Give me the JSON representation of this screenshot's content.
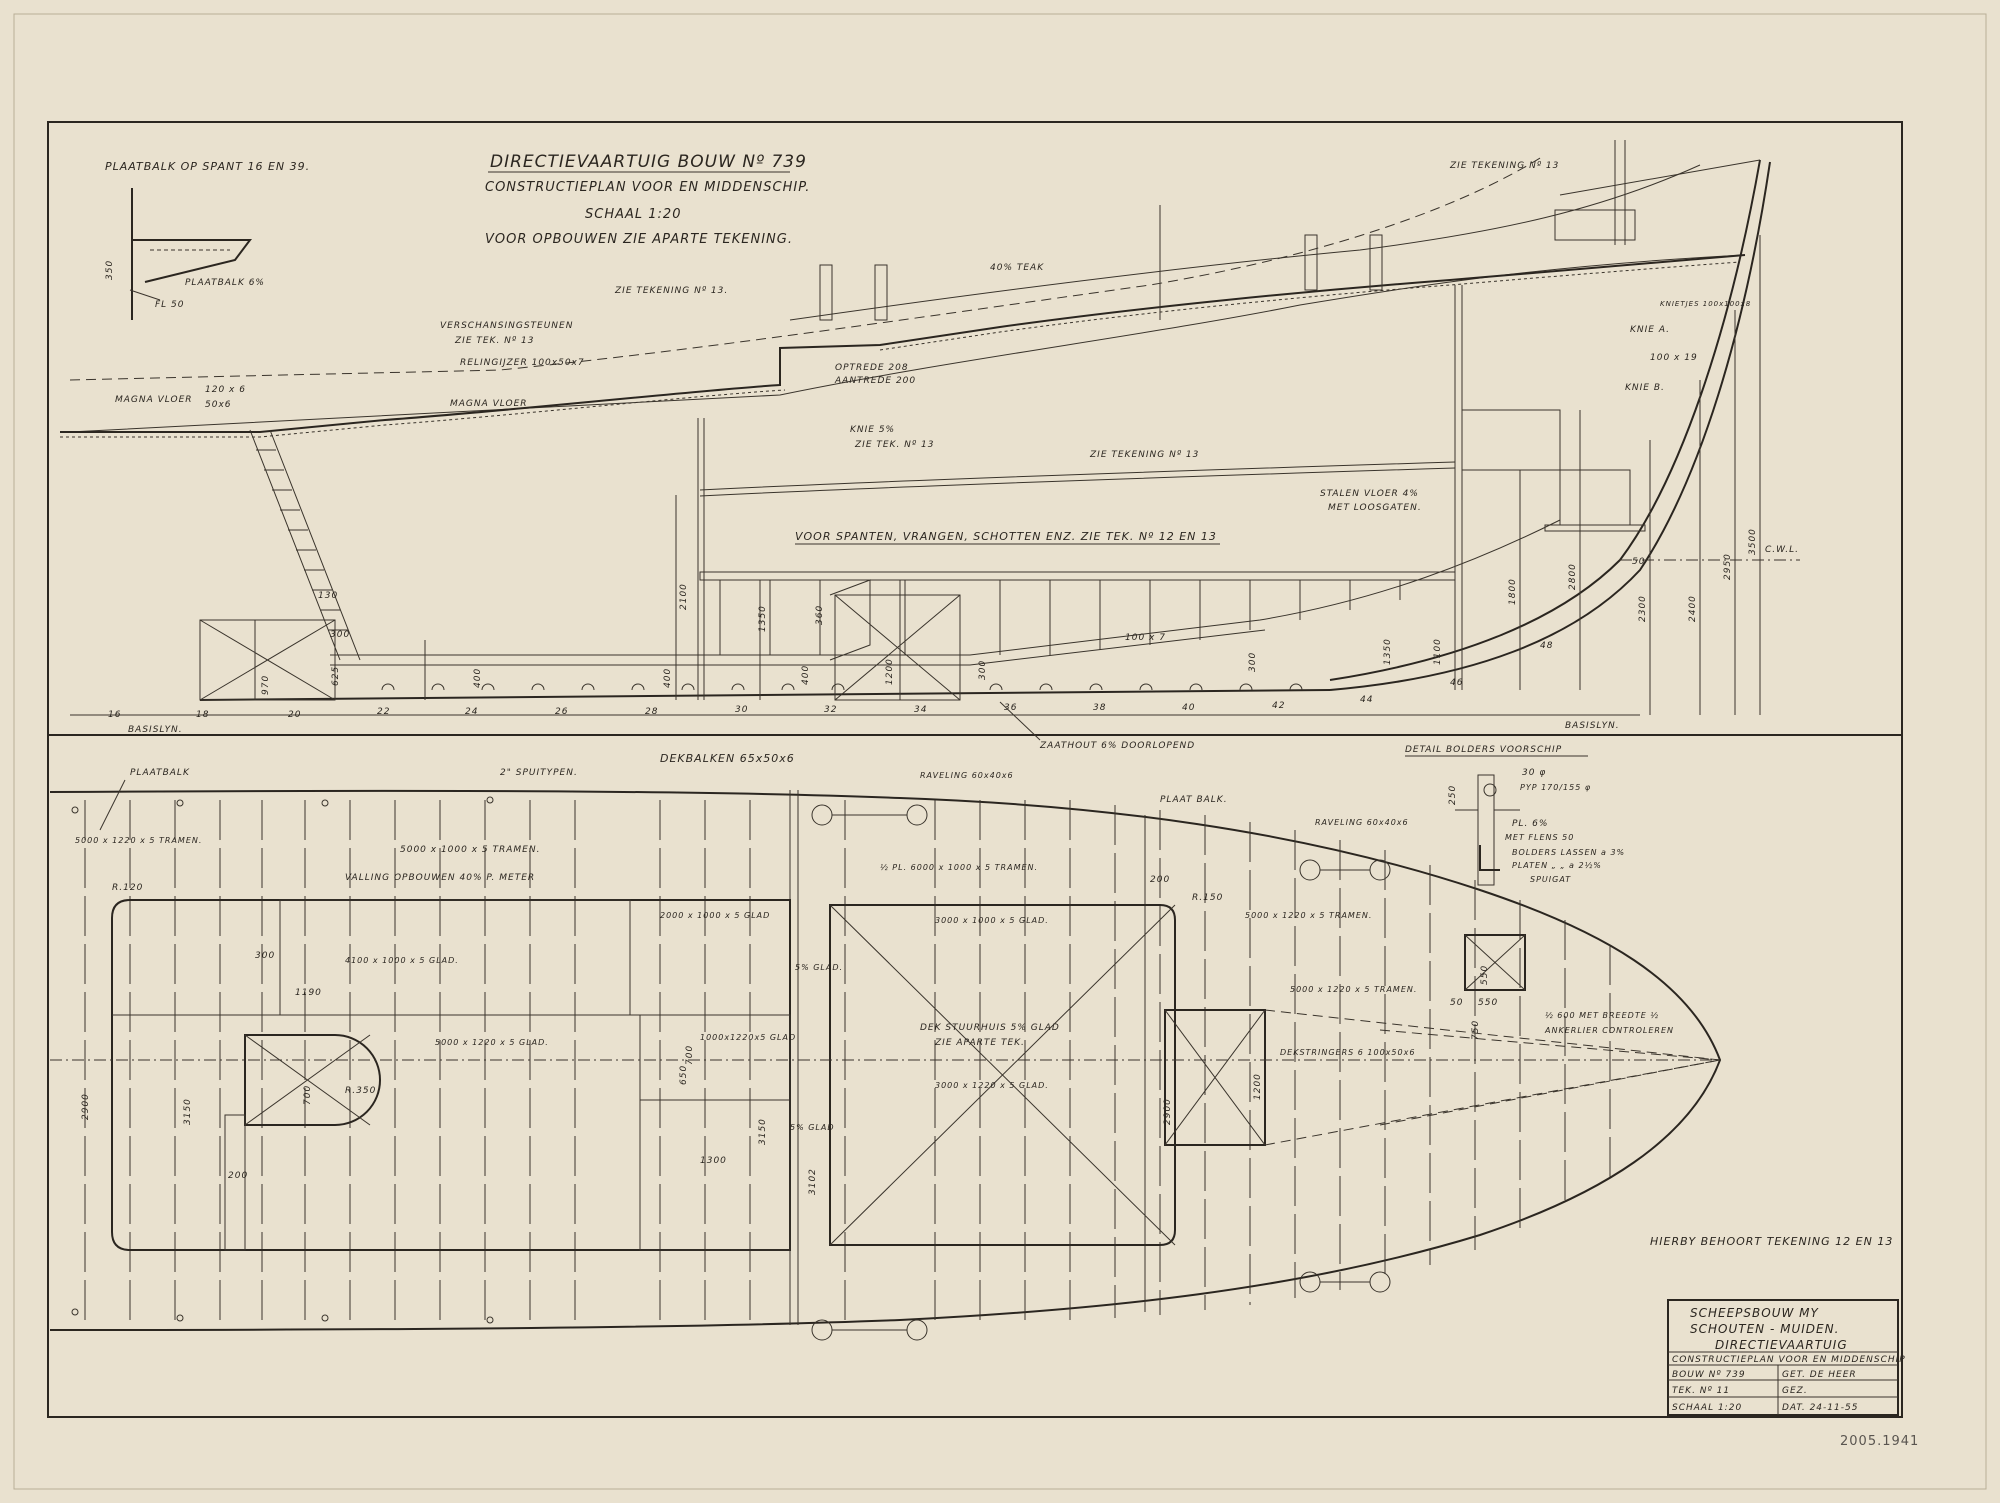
{
  "title": {
    "line1": "DIRECTIEVAARTUIG BOUW Nº 739",
    "line2": "CONSTRUCTIEPLAN VOOR EN MIDDENSCHIP.",
    "line3": "SCHAAL 1:20",
    "line4": "VOOR OPBOUWEN ZIE APARTE TEKENING."
  },
  "profile": {
    "plaatbalk_title": "PLAATBALK OP SPANT 16 EN 39.",
    "plaatbalk_dim_350": "350",
    "plaatbalk_note": "PLAATBALK 6%",
    "fl50": "FL 50",
    "zie_tek_13_top": "ZIE TEKENING Nº 13",
    "zie_tek_13_mid": "ZIE TEKENING Nº 13.",
    "teak": "40% TEAK",
    "verschansing1": "VERSCHANSINGSTEUNEN",
    "verschansing2": "ZIE TEK. Nº 13",
    "relingijzer": "RELINGIJZER 100x50x7",
    "dim_120x6": "120 x 6",
    "dim_50x6": "50x6",
    "magna1": "MAGNA VLOER",
    "magna2": "MAGNA VLOER",
    "optrede": "OPTREDE 208",
    "aantrede": "AANTREDE 200",
    "knie57": "KNIE 5%",
    "knie57b": "ZIE TEK. Nº 13",
    "zie_tek_13_deck": "ZIE TEKENING Nº 13",
    "knies": "KNIETJES 100x100x8",
    "knie_a": "KNIE A.",
    "dim_100x19": "100 x 19",
    "knie_b": "KNIE B.",
    "stalen1": "STALEN VLOER 4%",
    "stalen2": "MET LOOSGATEN.",
    "voor_spanten": "VOOR SPANTEN, VRANGEN, SCHOTTEN ENZ. ZIE TEK. Nº 12 EN 13",
    "cwl": "C.W.L.",
    "dim_50": "50",
    "dims_v": [
      "970",
      "400",
      "2100",
      "1350",
      "360",
      "1200",
      "400",
      "400",
      "300",
      "1350",
      "1100",
      "1800",
      "2800",
      "2300",
      "2400",
      "2950",
      "3500"
    ],
    "dim_625": "625",
    "dim_300a": "300",
    "dim_130": "130",
    "dim_300b": "300",
    "dim_100x7": "100 x 7",
    "frames": [
      "16",
      "18",
      "20",
      "22",
      "24",
      "26",
      "28",
      "30",
      "32",
      "34",
      "36",
      "38",
      "40",
      "42",
      "44",
      "46",
      "48"
    ],
    "basislijn_l": "BASISLYN.",
    "basislijn_r": "BASISLYN.",
    "zaathout": "ZAATHOUT 6% DOORLOPEND"
  },
  "plan": {
    "dekbalken": "DEKBALKEN 65x50x6",
    "plaatbalk": "PLAATBALK",
    "spuitypen": "2\" SPUITYPEN.",
    "tramen1": "5000 x 1220 x 5 TRAMEN.",
    "r120": "R.120",
    "tramen2": "5000 x 1000 x 5 TRAMEN.",
    "valling": "VALLING OPBOUWEN 40% P. METER",
    "dim_300": "300",
    "glad1": "4100 x 1000 x 5 GLAD.",
    "dim_1190": "1190",
    "glad2": "5000 x 1220 x 5 GLAD.",
    "dim_700a": "700",
    "r350": "R.350",
    "dim_2900a": "2900",
    "dim_3150a": "3150",
    "dim_200a": "200",
    "raveling1": "RAVELING 60x40x6",
    "pl_tramen": "½ PL. 6000 x 1000 x 5 TRAMEN.",
    "glad3": "2000 x 1000 x 5 GLAD",
    "glad5pct_a": "5% GLAD.",
    "dim_700b": "700",
    "dim_650": "650",
    "glad4": "1000x1220x5 GLAD",
    "dim_3150b": "3150",
    "glad5pct_b": "5% GLAD",
    "dim_1300": "1300",
    "dim_3102": "3102",
    "glad5": "3000 x 1000 x 5 GLAD.",
    "stuurhuis1": "DEK STUURHUIS 5% GLAD",
    "stuurhuis2": "ZIE APARTE TEK.",
    "glad6": "3000 x 1220 x 5 GLAD.",
    "plaatbalk2": "PLAAT BALK.",
    "dim_200b": "200",
    "r150": "R.150",
    "dim_2900b": "2900",
    "dim_1200": "1200",
    "raveling2": "RAVELING 60x40x6",
    "tramen3": "5000 x 1220 x 5 TRAMEN.",
    "tramen4": "5000 x 1220 x 5 TRAMEN.",
    "dekstringers": "DEKSTRINGERS 6 100x50x6",
    "dim_550a": "550",
    "dim_550b": "550",
    "dim_50": "50",
    "dim_750": "750",
    "note600": "½ 600 MET BREEDTE ½",
    "ankerlier": "ANKERLIER CONTROLEREN"
  },
  "detail": {
    "title": "DETAIL BOLDERS VOORSCHIP",
    "dia": "30 φ",
    "pyp": "PYP 170/155 φ",
    "dim_250": "250",
    "pl6": "PL. 6%",
    "flens": "MET FLENS 50",
    "bolders": "BOLDERS LASSEN a 3%",
    "platen": "PLATEN  „  „  a 2½%",
    "spuigat": "SPUIGAT"
  },
  "hierby": "HIERBY BEHOORT TEKENING 12 EN 13",
  "titleblock": {
    "r1": "SCHEEPSBOUW MY",
    "r2": "SCHOUTEN - MUIDEN.",
    "r3": "DIRECTIEVAARTUIG",
    "r4": "CONSTRUCTIEPLAN VOOR EN MIDDENSCHIP",
    "bouw": "BOUW Nº 739",
    "getdoor": "GET. DE HEER",
    "tek": "TEK. Nº 11",
    "gez": "GEZ.",
    "schaal": "SCHAAL 1:20",
    "dat": "DAT. 24-11-55"
  },
  "pencil_note": "2005.1941",
  "colors": {
    "paper": "#e9e1cf",
    "ink": "#2b2620"
  }
}
